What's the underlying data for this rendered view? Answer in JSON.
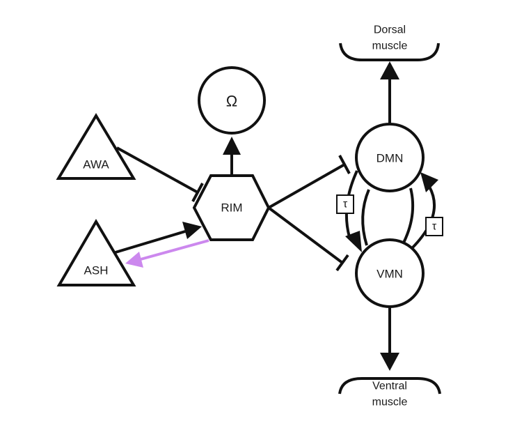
{
  "nodes": {
    "awa": "AWA",
    "ash": "ASH",
    "rim": "RIM",
    "omega": "Ω",
    "dmn": "DMN",
    "vmn": "VMN"
  },
  "muscles": {
    "dorsal_line1": "Dorsal",
    "dorsal_line2": "muscle",
    "ventral_line1": "Ventral",
    "ventral_line2": "muscle"
  },
  "delays": {
    "left": "τ",
    "right": "τ"
  },
  "colors": {
    "stroke": "#111111",
    "feedback_arrow": "#cc88ee",
    "background": "#ffffff"
  }
}
